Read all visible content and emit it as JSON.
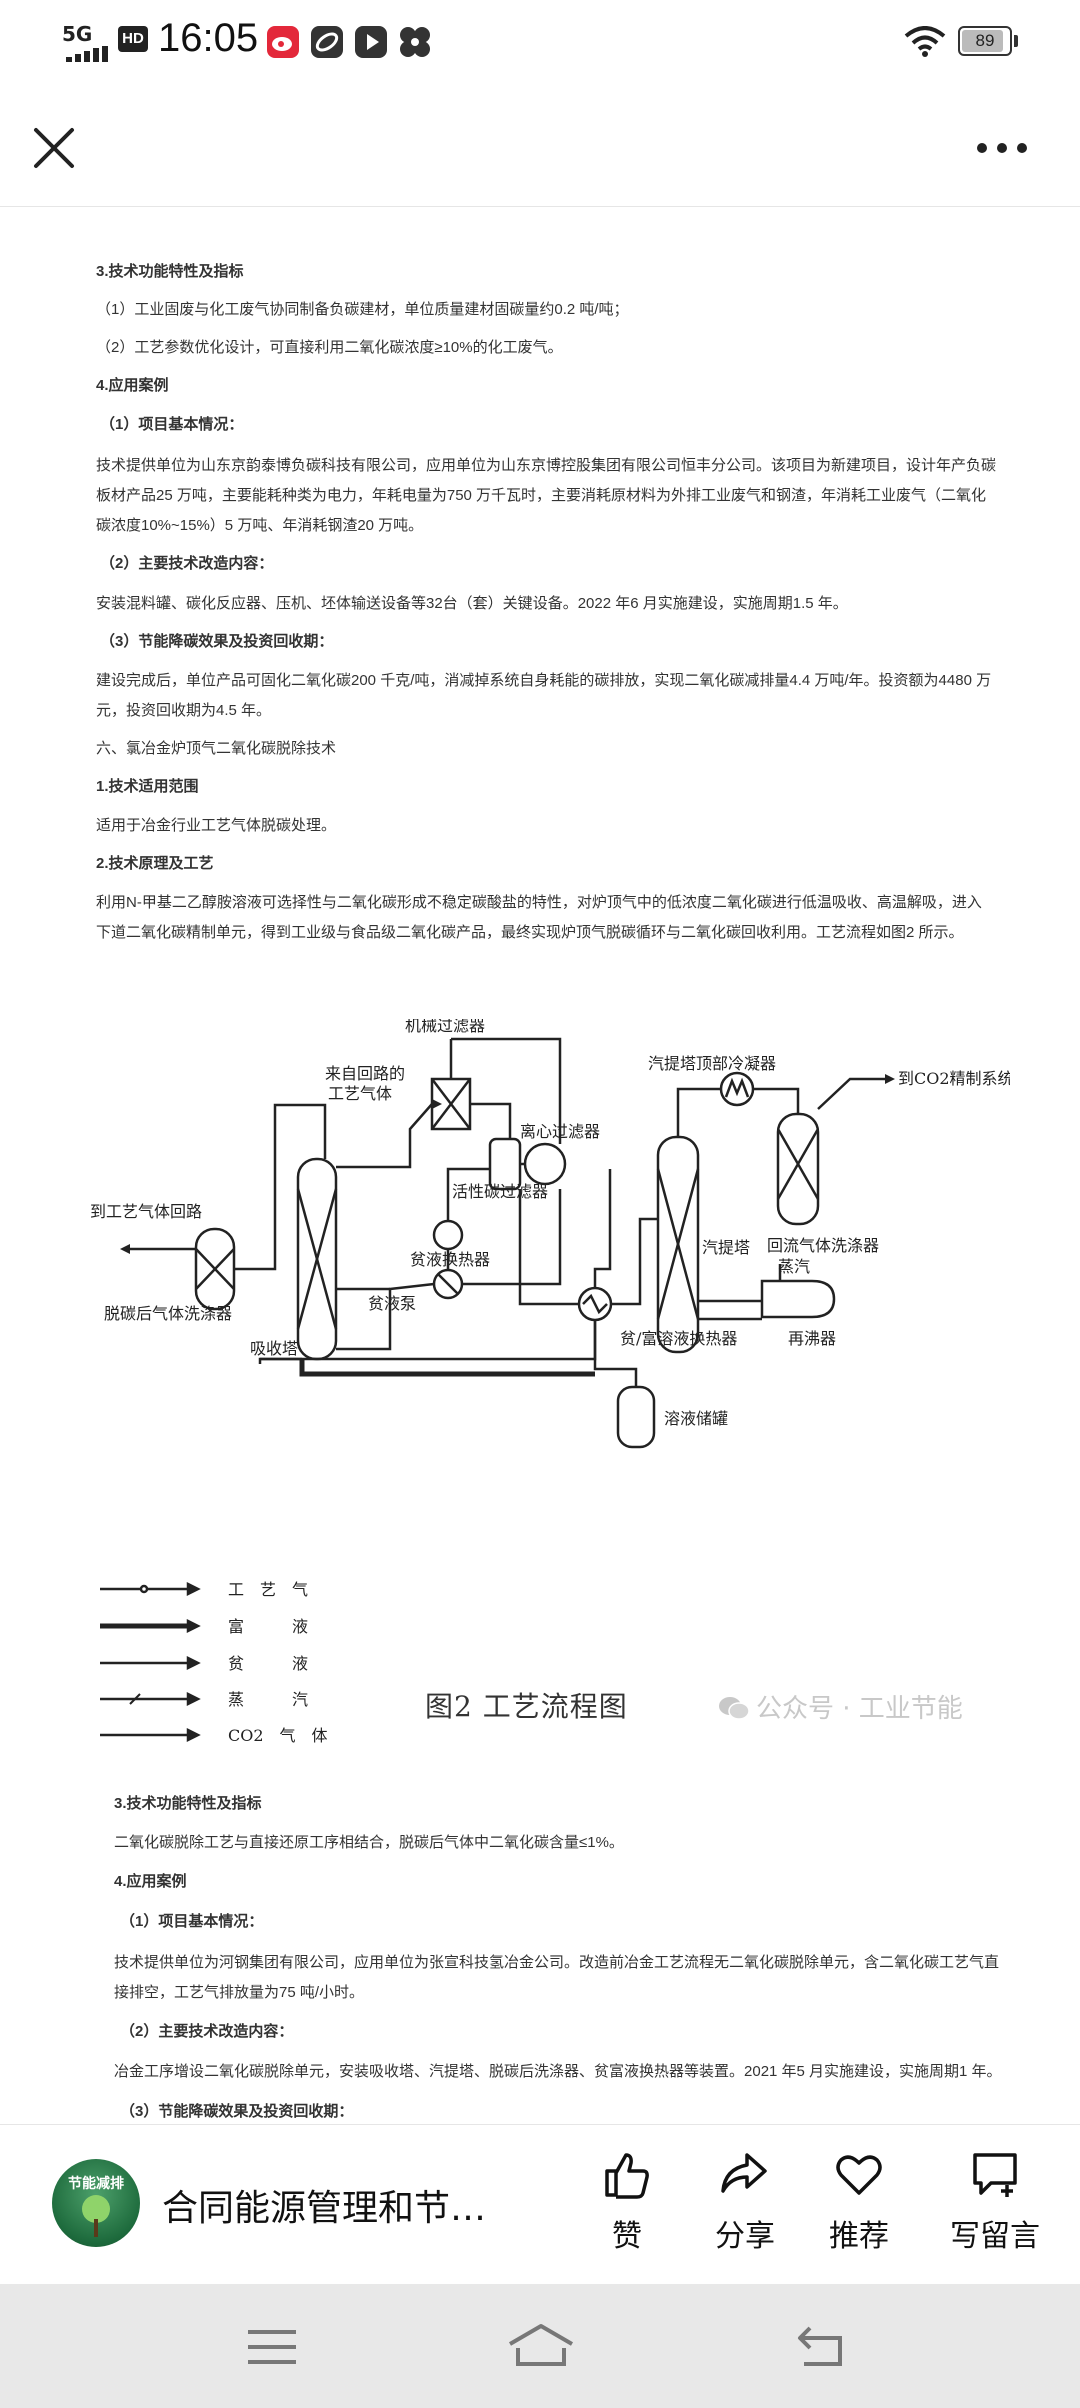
{
  "status_bar": {
    "network": "5G",
    "hd": "HD",
    "time": "16:05",
    "battery": "89",
    "battery_level": 0.89,
    "icons": [
      "weibo-icon",
      "link-icon",
      "play-icon",
      "pinwheel-icon",
      "wifi-icon",
      "battery-icon"
    ]
  },
  "header": {
    "close_icon": "close-icon",
    "more_icon": "more-dots-icon"
  },
  "article": {
    "paragraphs": [
      "3.技术功能特性及指标",
      "（1）工业固废与化工废气协同制备负碳建材，单位质量建材固碳量约0.2 吨/吨；",
      "（2）工艺参数优化设计，可直接利用二氧化碳浓度≥10%的化工废气。",
      "4.应用案例",
      "（1）项目基本情况：",
      "技术提供单位为山东京韵泰博负碳科技有限公司，应用单位为山东京博控股集团有限公司恒丰分公司。该项目为新建项目，设计年产负碳板材产品25 万吨，主要能耗种类为电力，年耗电量为750 万千瓦时，主要消耗原材料为外排工业废气和钢渣，年消耗工业废气（二氧化碳浓度10%~15%）5 万吨、年消耗钢渣20 万吨。",
      "（2）主要技术改造内容：",
      "安装混料罐、碳化反应器、压机、坯体输送设备等32台（套）关键设备。2022 年6 月实施建设，实施周期1.5 年。",
      "（3）节能降碳效果及投资回收期：",
      "建设完成后，单位产品可固化二氧化碳200 千克/吨，消减掉系统自身耗能的碳排放，实现二氧化碳减排量4.4 万吨/年。投资额为4480 万元，投资回收期为4.5 年。",
      "六、氯冶金炉顶气二氧化碳脱除技术",
      "1.技术适用范围",
      "适用于冶金行业工艺气体脱碳处理。",
      "2.技术原理及工艺",
      "利用N-甲基二乙醇胺溶液可选择性与二氧化碳形成不稳定碳酸盐的特性，对炉顶气中的低浓度二氧化碳进行低温吸收、高温解吸，进入下道二氧化碳精制单元，得到工业级与食品级二氧化碳产品，最终实现炉顶气脱碳循环与二氧化碳回收利用。工艺流程如图2 所示。"
    ],
    "figure": {
      "labels": {
        "filter": "机械过滤器",
        "incoming_gas_1": "来自回路的",
        "incoming_gas_2": "工艺气体",
        "centrifugal": "离心过滤器",
        "stripper_cooler": "汽提塔顶部冷凝器",
        "to_refine": "到CO2精制系统",
        "to_loop": "到工艺气体回路",
        "carbon_filter": "活性碳过滤器",
        "stripper": "汽提塔",
        "reflux_washer": "回流气体洗涤器",
        "washer": "脱碳后气体洗涤器",
        "lean_hx": "贫液换热器",
        "steam": "蒸汽",
        "absorber": "吸收塔",
        "lean_pump": "贫液泵",
        "rich_lean_hx": "贫/富溶液换热器",
        "reboiler": "再沸器",
        "tank": "溶液储罐"
      },
      "legend": [
        "工　艺　气",
        "富　　　液",
        "贫　　　液",
        "蒸　　　汽",
        "CO2　气　体"
      ],
      "caption": "图2  工艺流程图"
    },
    "watermark": "公众号 · 工业节能",
    "paragraphs_after": [
      "3.技术功能特性及指标",
      "二氧化碳脱除工艺与直接还原工序相结合，脱碳后气体中二氧化碳含量≤1%。",
      "4.应用案例",
      "（1）项目基本情况：",
      "技术提供单位为河钢集团有限公司，应用单位为张宣科技氢冶金公司。改造前冶金工艺流程无二氧化碳脱除单元，含二氧化碳工艺气直接排空，工艺气排放量为75 吨/小时。",
      "（2）主要技术改造内容：",
      "冶金工序增设二氧化碳脱除单元，安装吸收塔、汽提塔、脱碳后洗涤器、贫富液换热器等装置。2021 年5 月实施建设，实施周期1 年。",
      "（3）节能降碳效果及投资回收期："
    ]
  },
  "action_bar": {
    "avatar_text": "节能减排",
    "account_name": "合同能源管理和节…",
    "like": "赞",
    "share": "分享",
    "recommend": "推荐",
    "comment": "写留言"
  },
  "nav_bar": {
    "icons": [
      "menu-icon",
      "home-icon",
      "back-icon"
    ]
  }
}
